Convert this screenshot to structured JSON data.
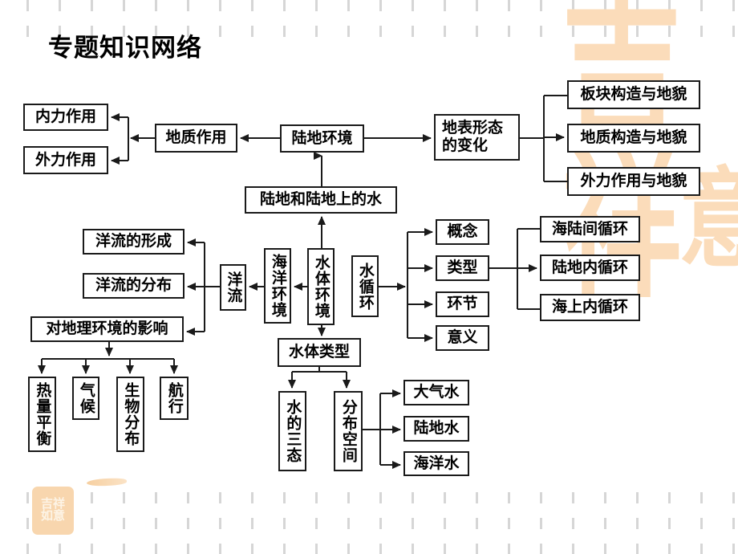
{
  "slide": {
    "title": "专题知识网络"
  },
  "nodes": {
    "neili": {
      "label": "内力作用"
    },
    "waili": {
      "label": "外力作用"
    },
    "dizhi_zuoyong": {
      "label": "地质作用"
    },
    "ludi_huanjing": {
      "label": "陆地环境"
    },
    "dibiao": {
      "lines": [
        "地表形态",
        "的变化"
      ]
    },
    "bankuai": {
      "label": "板块构造与地貌"
    },
    "dizhi_gouzao": {
      "label": "地质构造与地貌"
    },
    "waili_dimao": {
      "label": "外力作用与地貌"
    },
    "ludi_shui": {
      "label": "陆地和陆地上的水"
    },
    "yangliu_xingcheng": {
      "label": "洋流的形成"
    },
    "yangliu_fenbu": {
      "label": "洋流的分布"
    },
    "yingxiang": {
      "label": "对地理环境的影响"
    },
    "yangliu": {
      "label": "洋流"
    },
    "haiyang_huanjing": {
      "label": "海洋环境"
    },
    "shuiti_huanjing": {
      "label": "水体环境"
    },
    "shui_xunhuan": {
      "label": "水循环"
    },
    "gainian": {
      "label": "概念"
    },
    "leixing": {
      "label": "类型"
    },
    "huanjie": {
      "label": "环节"
    },
    "yiyi": {
      "label": "意义"
    },
    "hailu_jian": {
      "label": "海陆间循环"
    },
    "ludi_nei": {
      "label": "陆地内循环"
    },
    "haishang_nei": {
      "label": "海上内循环"
    },
    "shuiti_leixing": {
      "label": "水体类型"
    },
    "reliang": {
      "label": "热量平衡"
    },
    "qihou": {
      "label": "气候"
    },
    "shengwu": {
      "label": "生物分布"
    },
    "hangxing": {
      "label": "航行"
    },
    "shui_santai": {
      "label": "水的三态"
    },
    "fenbu_kongjian": {
      "label": "分布空间"
    },
    "daqi_shui": {
      "label": "大气水"
    },
    "ludi_shui2": {
      "label": "陆地水"
    },
    "haiyang_shui": {
      "label": "海洋水"
    }
  },
  "decor": {
    "big_calligraphy": "吉祥",
    "calligraphy_tail": "意",
    "seal_stamp": "吉祥如意"
  },
  "colors": {
    "line": "#1a1a1a",
    "accent_orange": "#fbdcba",
    "dash_gray": "#d6d6d6"
  }
}
